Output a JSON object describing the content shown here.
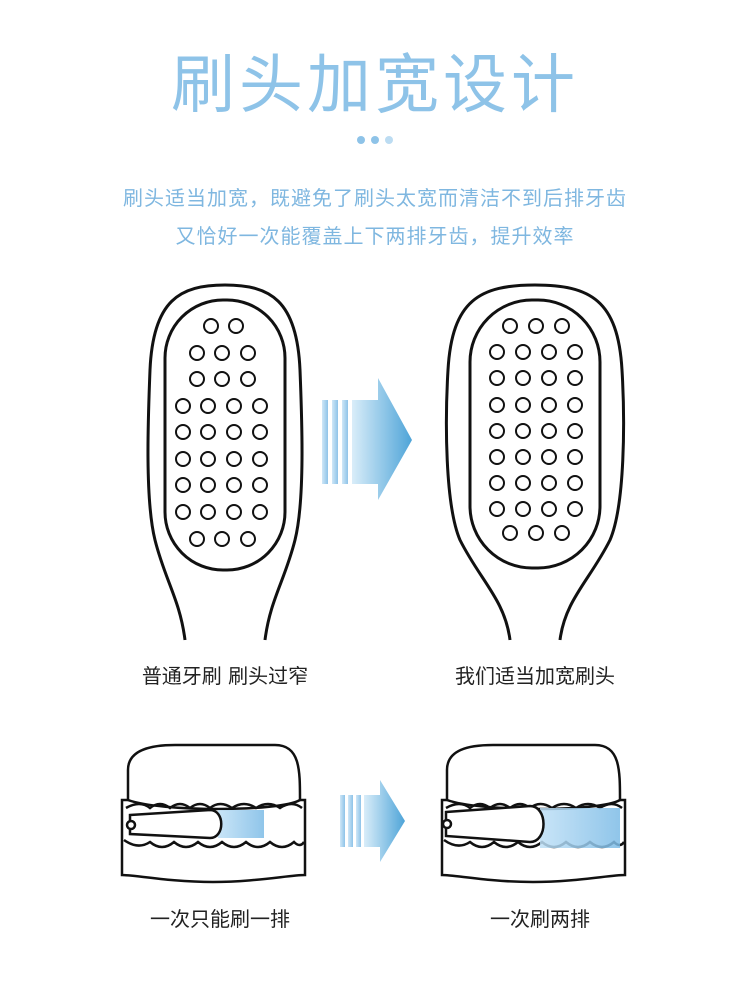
{
  "header": {
    "title": "刷头加宽设计",
    "desc_line1": "刷头适当加宽，既避免了刷头太宽而清洁不到后排牙齿",
    "desc_line2": "又恰好一次能覆盖上下两排牙齿，提升效率"
  },
  "comparison_top": {
    "left_caption": "普通牙刷 刷头过窄",
    "right_caption": "我们适当加宽刷头"
  },
  "comparison_bottom": {
    "left_caption": "一次只能刷一排",
    "right_caption": "一次刷两排"
  },
  "colors": {
    "accent": "#8ec3e8",
    "arrow_dark": "#5aaedd",
    "line": "#111111"
  }
}
